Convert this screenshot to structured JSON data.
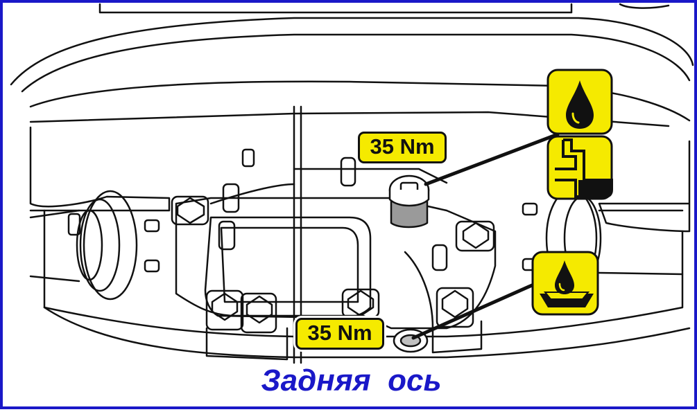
{
  "diagram": {
    "title": "Задняя  ось",
    "torque_labels": [
      {
        "text": "35 Nm"
      },
      {
        "text": "35 Nm"
      }
    ],
    "icons": [
      {
        "name": "oil-drop-icon",
        "meaning": "oil"
      },
      {
        "name": "oil-level-icon",
        "meaning": "fill level"
      },
      {
        "name": "oil-drain-icon",
        "meaning": "drain"
      }
    ],
    "colors": {
      "frame": "#1a18c8",
      "title": "#1a18c8",
      "label_fill": "#f5ea00",
      "outline": "#111111"
    }
  }
}
